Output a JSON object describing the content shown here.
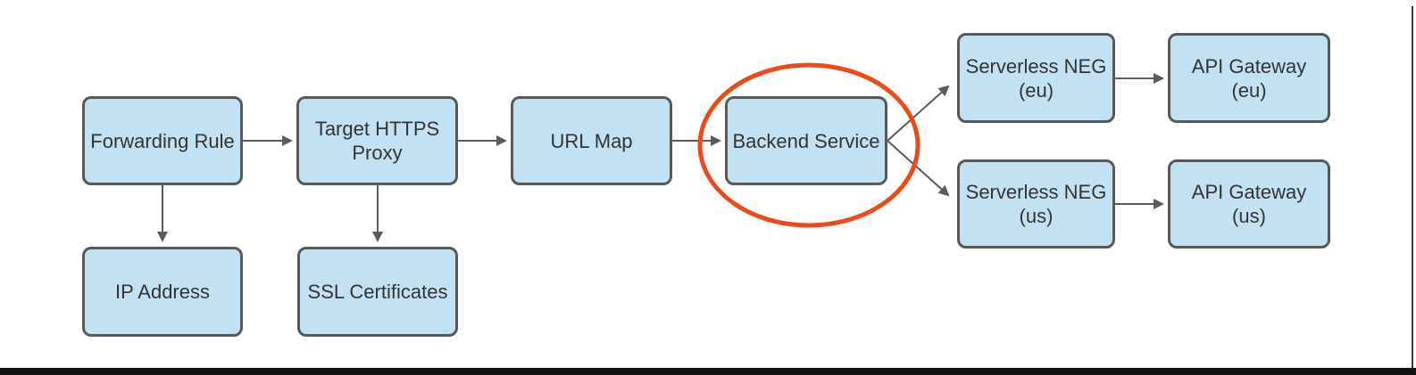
{
  "colors": {
    "node-fill": "#c2e2f3",
    "node-border": "#58585a",
    "node-text": "#333333",
    "connector": "#5b5b5b",
    "highlight": "#eb4a1d",
    "window-edge": "#121212"
  },
  "diagram": {
    "nodes": {
      "forwarding_rule": {
        "lines": [
          "Forwarding Rule"
        ]
      },
      "target_https_proxy": {
        "lines": [
          "Target HTTPS",
          "Proxy"
        ]
      },
      "url_map": {
        "lines": [
          "URL Map"
        ]
      },
      "backend_service": {
        "lines": [
          "Backend Service"
        ]
      },
      "serverless_neg_eu": {
        "lines": [
          "Serverless NEG",
          "(eu)"
        ]
      },
      "api_gateway_eu": {
        "lines": [
          "API Gateway",
          "(eu)"
        ]
      },
      "serverless_neg_us": {
        "lines": [
          "Serverless NEG",
          "(us)"
        ]
      },
      "api_gateway_us": {
        "lines": [
          "API Gateway",
          "(us)"
        ]
      },
      "ip_address": {
        "lines": [
          "IP Address"
        ]
      },
      "ssl_certificates": {
        "lines": [
          "SSL Certificates"
        ]
      }
    },
    "connections": [
      {
        "from": "forwarding_rule",
        "to": "target_https_proxy"
      },
      {
        "from": "target_https_proxy",
        "to": "url_map"
      },
      {
        "from": "url_map",
        "to": "backend_service"
      },
      {
        "from": "backend_service",
        "to": "serverless_neg_eu"
      },
      {
        "from": "backend_service",
        "to": "serverless_neg_us"
      },
      {
        "from": "serverless_neg_eu",
        "to": "api_gateway_eu"
      },
      {
        "from": "serverless_neg_us",
        "to": "api_gateway_us"
      },
      {
        "from": "forwarding_rule",
        "to": "ip_address"
      },
      {
        "from": "target_https_proxy",
        "to": "ssl_certificates"
      }
    ],
    "highlight": {
      "shape": "ellipse",
      "around": "backend_service",
      "color": "#eb4a1d"
    }
  }
}
